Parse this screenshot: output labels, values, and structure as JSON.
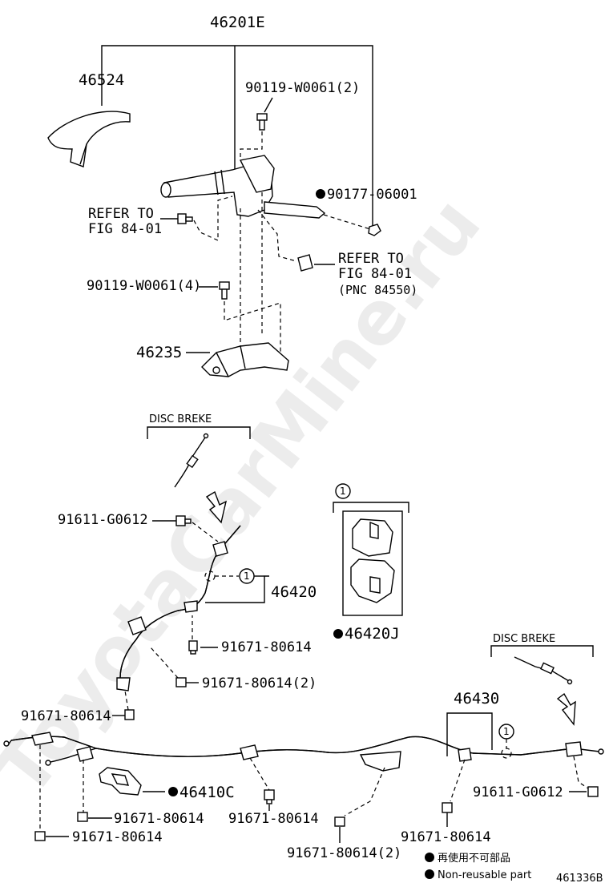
{
  "labels": {
    "assy_46201E": "46201E",
    "p46524": "46524",
    "bolt_top": "90119-W0061(2)",
    "nut_90177": "90177-06001",
    "refer1_line1": "REFER TO",
    "refer1_line2": "FIG 84-01",
    "refer2_line1": "REFER TO",
    "refer2_line2": "FIG 84-01",
    "refer2_pnc": "(PNC 84550)",
    "bolt_mid": "90119-W0061(4)",
    "p46235": "46235",
    "disc_left": "DISC BREKE",
    "bolt_91611_left": "91611-G0612",
    "circle_1": "1",
    "p46420": "46420",
    "p46420J": "46420J",
    "clamp_1": "91671-80614",
    "clamp_2": "91671-80614(2)",
    "clamp_3": "91671-80614",
    "disc_right": "DISC BREKE",
    "p46430": "46430",
    "p46410C": "46410C",
    "clamp_4": "91671-80614",
    "clamp_5": "91671-80614",
    "bolt_91611_right": "91611-G0612",
    "clamp_6": "91671-80614",
    "clamp_7": "91671-80614",
    "clamp_8": "91671-80614(2)",
    "legend_jp": "再使用不可部品",
    "legend_en": "Non-reusable part",
    "figure_id": "461336B",
    "watermark": "ToyotaCarMine.ru"
  }
}
